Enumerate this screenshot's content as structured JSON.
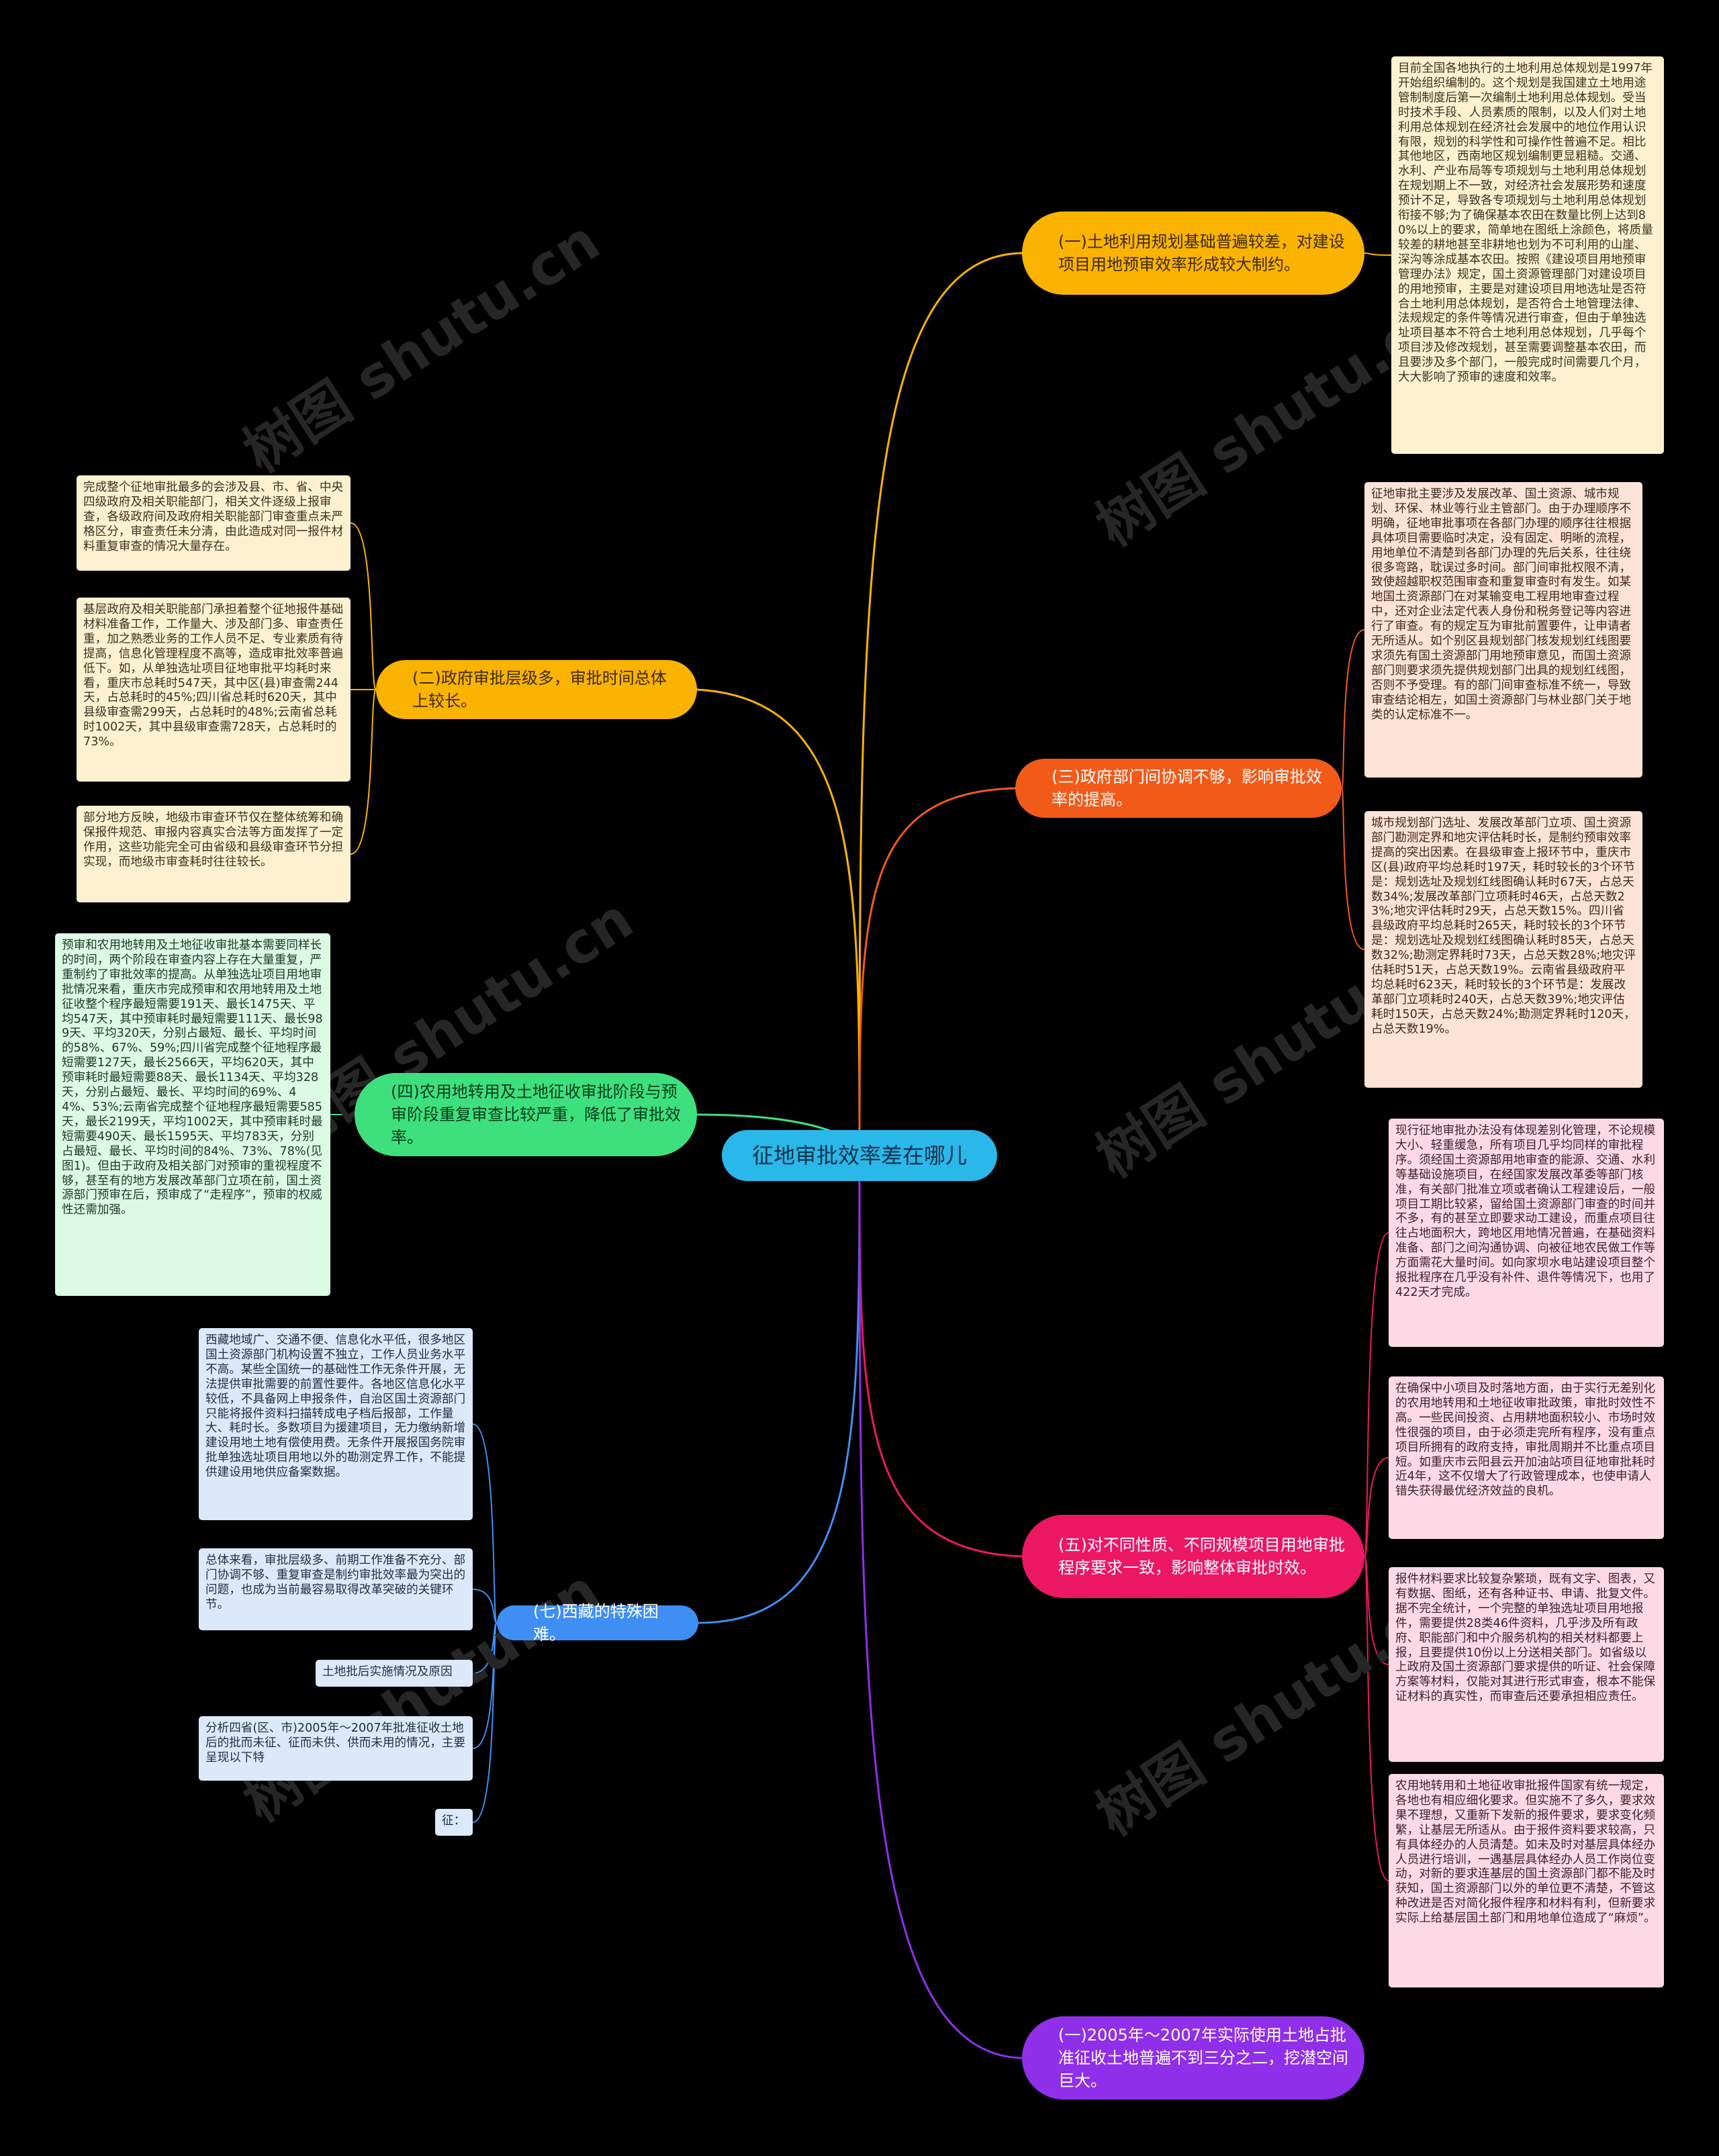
{
  "root": {
    "label": "征地审批效率差在哪儿"
  },
  "branches": [
    {
      "label": "(一)土地利用规划基础普遍较差，对建设项目用地预审效率形成较大制约。"
    },
    {
      "label": "(二)政府审批层级多，审批时间总体上较长。"
    },
    {
      "label": "(三)政府部门间协调不够，影响审批效率的提高。"
    },
    {
      "label": "(四)农用地转用及土地征收审批阶段与预审阶段重复审查比较严重，降低了审批效率。"
    },
    {
      "label": "(五)对不同性质、不同规模项目用地审批程序要求一致，影响整体审批时效。"
    },
    {
      "label": "(七)西藏的特殊困难。"
    },
    {
      "label": "(一)2005年～2007年实际使用土地占批准征收土地普遍不到三分之二，挖潜空间巨大。"
    }
  ],
  "leaves": [
    {
      "text": "目前全国各地执行的土地利用总体规划是1997年开始组织编制的。这个规划是我国建立土地用途管制制度后第一次编制土地利用总体规划。受当时技术手段、人员素质的限制，以及人们对土地利用总体规划在经济社会发展中的地位作用认识有限，规划的科学性和可操作性普遍不足。相比其他地区，西南地区规划编制更显粗糙。交通、水利、产业布局等专项规划与土地利用总体规划在规划期上不一致，对经济社会发展形势和速度预计不足，导致各专项规划与土地利用总体规划衔接不够;为了确保基本农田在数量比例上达到80%以上的要求，简单地在图纸上涂颜色，将质量较差的耕地甚至非耕地也划为不可利用的山崖、深沟等涂成基本农田。按照《建设项目用地预审管理办法》规定，国土资源管理部门对建设项目的用地预审，主要是对建设项目用地选址是否符合土地利用总体规划，是否符合土地管理法律、法规规定的条件等情况进行审查，但由于单独选址项目基本不符合土地利用总体规划，几乎每个项目涉及修改规划，甚至需要调整基本农田，而且要涉及多个部门，一般完成时间需要几个月，大大影响了预审的速度和效率。"
    },
    {
      "text": "完成整个征地审批最多的会涉及县、市、省、中央四级政府及相关职能部门，相关文件逐级上报审查，各级政府间及政府相关职能部门审查重点未严格区分，审查责任未分清，由此造成对同一报件材料重复审查的情况大量存在。"
    },
    {
      "text": "基层政府及相关职能部门承担着整个征地报件基础材料准备工作，工作量大、涉及部门多、审查责任重，加之熟悉业务的工作人员不足、专业素质有待提高，信息化管理程度不高等，造成审批效率普遍低下。如，从单独选址项目征地审批平均耗时来看，重庆市总耗时547天，其中区(县)审查需244天，占总耗时的45%;四川省总耗时620天，其中县级审查需299天，占总耗时的48%;云南省总耗时1002天，其中县级审查需728天，占总耗时的73%。"
    },
    {
      "text": "部分地方反映，地级市审查环节仅在整体统筹和确保报件规范、审报内容真实合法等方面发挥了一定作用，这些功能完全可由省级和县级审查环节分担实现，而地级市审查耗时往往较长。"
    },
    {
      "text": "征地审批主要涉及发展改革、国土资源、城市规划、环保、林业等行业主管部门。由于办理顺序不明确，征地审批事项在各部门办理的顺序往往根据具体项目需要临时决定，没有固定、明晰的流程，用地单位不清楚到各部门办理的先后关系，往往绕很多弯路，耽误过多时间。部门间审批权限不清，致使超越职权范围审查和重复审查时有发生。如某地国土资源部门在对某输变电工程用地审查过程中，还对企业法定代表人身份和税务登记等内容进行了审查。有的规定互为审批前置要件，让申请者无所适从。如个别区县规划部门核发规划红线图要求须先有国土资源部门用地预审意见，而国土资源部门则要求须先提供规划部门出具的规划红线图，否则不予受理。有的部门间审查标准不统一，导致审查结论相左，如国土资源部门与林业部门关于地类的认定标准不一。"
    },
    {
      "text": "城市规划部门选址、发展改革部门立项、国土资源部门勘测定界和地灾评估耗时长，是制约预审效率提高的突出因素。在县级审查上报环节中，重庆市区(县)政府平均总耗时197天，耗时较长的3个环节是：规划选址及规划红线图确认耗时67天，占总天数34%;发展改革部门立项耗时46天，占总天数23%;地灾评估耗时29天，占总天数15%。四川省县级政府平均总耗时265天，耗时较长的3个环节是：规划选址及规划红线图确认耗时85天，占总天数32%;勘测定界耗时73天，占总天数28%;地灾评估耗时51天，占总天数19%。云南省县级政府平均总耗时623天，耗时较长的3个环节是：发展改革部门立项耗时240天，占总天数39%;地灾评估耗时150天，占总天数24%;勘测定界耗时120天，占总天数19%。"
    },
    {
      "text": "预审和农用地转用及土地征收审批基本需要同样长的时间，两个阶段在审查内容上存在大量重复，严重制约了审批效率的提高。从单独选址项目用地审批情况来看，重庆市完成预审和农用地转用及土地征收整个程序最短需要191天、最长1475天、平均547天，其中预审耗时最短需要111天、最长989天、平均320天，分别占最短、最长、平均时间的58%、67%、59%;四川省完成整个征地程序最短需要127天，最长2566天，平均620天，其中预审耗时最短需要88天、最长1134天、平均328天，分别占最短、最长、平均时间的69%、44%、53%;云南省完成整个征地程序最短需要585天，最长2199天，平均1002天，其中预审耗时最短需要490天、最长1595天、平均783天，分别占最短、最长、平均时间的84%、73%、78%(见图1)。但由于政府及相关部门对预审的重视程度不够，甚至有的地方发展改革部门立项在前，国土资源部门预审在后，预审成了“走程序”，预审的权威性还需加强。"
    },
    {
      "text": "现行征地审批办法没有体现差别化管理，不论规模大小、轻重缓急，所有项目几乎均同样的审批程序。须经国土资源部用地审查的能源、交通、水利等基础设施项目，在经国家发展改革委等部门核准，有关部门批准立项或者确认工程建设后，一般项目工期比较紧，留给国土资源部门审查的时间并不多，有的甚至立即要求动工建设，而重点项目往往占地面积大，跨地区用地情况普遍，在基础资料准备、部门之间沟通协调、向被征地农民做工作等方面需花大量时间。如向家坝水电站建设项目整个报批程序在几乎没有补件、退件等情况下，也用了422天才完成。"
    },
    {
      "text": "在确保中小项目及时落地方面，由于实行无差别化的农用地转用和土地征收审批政策，审批时效性不高。一些民间投资、占用耕地面积较小、市场时效性很强的项目，由于必须走完所有程序，没有重点项目所拥有的政府支持，审批周期并不比重点项目短。如重庆市云阳县云开加油站项目征地审批耗时近4年，这不仅增大了行政管理成本，也使申请人错失获得最优经济效益的良机。"
    },
    {
      "text": "报件材料要求比较复杂繁琐，既有文字、图表，又有数据、图纸，还有各种证书、申请、批复文件。据不完全统计，一个完整的单独选址项目用地报件，需要提供28类46件资料，几乎涉及所有政府、职能部门和中介服务机构的相关材料都要上报，且要提供10份以上分送相关部门。如省级以上政府及国土资源部门要求提供的听证、社会保障方案等材料，仅能对其进行形式审查，根本不能保证材料的真实性，而审查后还要承担相应责任。"
    },
    {
      "text": "农用地转用和土地征收审批报件国家有统一规定，各地也有相应细化要求。但实施不了多久，要求效果不理想，又重新下发新的报件要求，要求变化频繁，让基层无所适从。由于报件资料要求较高，只有具体经办的人员清楚。如未及时对基层具体经办人员进行培训，一遇基层具体经办人员工作岗位变动，对新的要求连基层的国土资源部门都不能及时获知，国土资源部门以外的单位更不清楚，不管这种改进是否对简化报件程序和材料有利，但新要求实际上给基层国土部门和用地单位造成了“麻烦”。"
    },
    {
      "text": "西藏地域广、交通不便、信息化水平低，很多地区国土资源部门机构设置不独立，工作人员业务水平不高。某些全国统一的基础性工作无条件开展，无法提供审批需要的前置性要件。各地区信息化水平较低，不具备网上申报条件，自治区国土资源部门只能将报件资料扫描转成电子档后报部，工作量大、耗时长。多数项目为援建项目，无力缴纳新增建设用地土地有偿使用费。无条件开展报国务院审批单独选址项目用地以外的勘测定界工作，不能提供建设用地供应备案数据。"
    },
    {
      "text": "总体来看，审批层级多、前期工作准备不充分、部门协调不够、重复审查是制约审批效率最为突出的问题，也成为当前最容易取得改革突破的关键环节。"
    },
    {
      "text": "土地批后实施情况及原因"
    },
    {
      "text": "分析四省(区、市)2005年～2007年批准征收土地后的批而未征、征而未供、供而未用的情况，主要呈现以下特"
    },
    {
      "text": "征："
    }
  ],
  "watermark": "树图 shutu.cn",
  "colors": {
    "root": "#2ab7e9",
    "yellow": "#f9b300",
    "orange": "#f25a1a",
    "green": "#3de07d",
    "pink": "#ec1763",
    "purple": "#8f2fea",
    "blue": "#3f8ef3"
  }
}
